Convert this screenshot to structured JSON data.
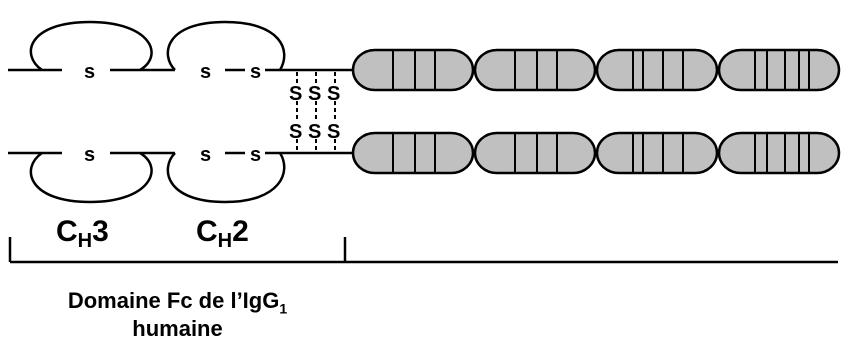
{
  "diagram": {
    "disulfide_symbol": "S",
    "domain_labels": {
      "ch3_main": "C",
      "ch3_sub": "H",
      "ch3_num": "3",
      "ch2_main": "C",
      "ch2_sub": "H",
      "ch2_num": "2"
    },
    "caption": {
      "line1_text": "Domaine Fc de l’IgG",
      "line1_subscript": "1",
      "line2_text": "humaine"
    },
    "colors": {
      "stroke": "#000000",
      "module_fill": "#c0c0c0",
      "background": "#ffffff"
    },
    "fusion_modules_per_chain": 4
  }
}
